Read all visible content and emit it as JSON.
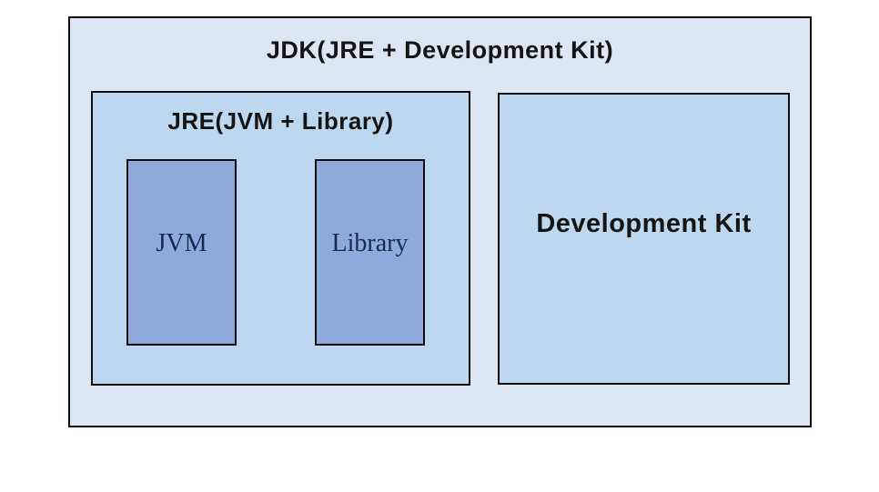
{
  "jdk_box": {
    "title": "JDK(JRE + Development Kit)"
  },
  "jre_box": {
    "title": "JRE(JVM + Library)"
  },
  "jvm_box": {
    "label": "JVM"
  },
  "library_box": {
    "label": "Library"
  },
  "devkit_box": {
    "label": "Development Kit"
  },
  "colors": {
    "page_bg": "#ffffff",
    "outer_fill": "#dde6f3",
    "mid_fill": "#bdd7ee",
    "inner_fill": "#8ea9dc",
    "border": "#0d0d0d",
    "title_text": "#141414",
    "serif_text": "#1a2a4f"
  }
}
